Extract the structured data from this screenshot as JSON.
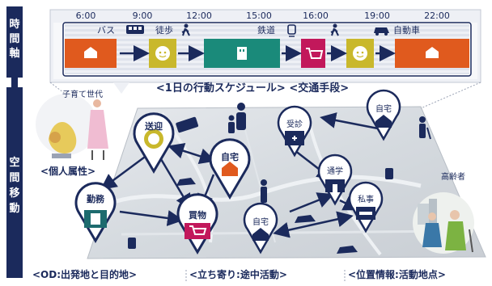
{
  "side_labels": {
    "time_axis": [
      "時",
      "間",
      "軸"
    ],
    "space_movement": [
      "空",
      "間",
      "移",
      "動"
    ]
  },
  "timeline": {
    "ticks": [
      "6:00",
      "9:00",
      "12:00",
      "15:00",
      "16:00",
      "19:00",
      "22:00"
    ],
    "modes": [
      "バス",
      "徒歩",
      "鉄道",
      "自動車"
    ],
    "caption": "<1日の行動スケジュール> <交通手段>"
  },
  "persons": {
    "child_rearing": "子育て世代",
    "elderly": "高齢者",
    "attribute_label": "<個人属性>"
  },
  "map_pins": {
    "pickup": "送迎",
    "home_left": "自宅",
    "work": "勤務",
    "shopping": "買物",
    "clinic": "受診",
    "home_right_top": "自宅",
    "school": "通学",
    "private": "私事",
    "home_bottom": "自宅"
  },
  "bottom_labels": [
    "<OD:出発地と目的地>",
    "<立ち寄り:途中活動>",
    "<位置情報:活動地点>"
  ],
  "colors": {
    "navy": "#1b2a5c",
    "orange": "#e05a1e",
    "teal": "#1a8a7a",
    "pink": "#c2185b",
    "yellow": "#c9b82c",
    "dark_teal": "#1d6b6e"
  }
}
